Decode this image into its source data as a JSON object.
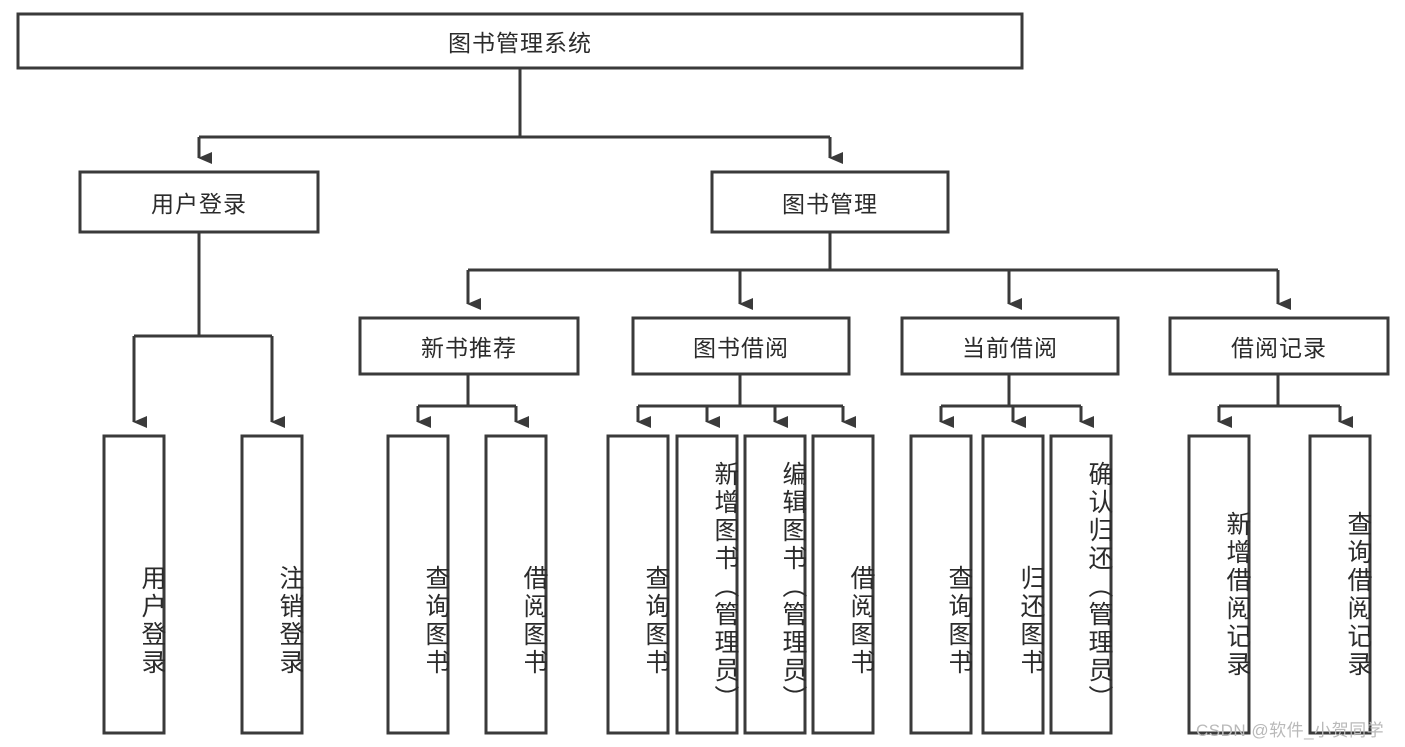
{
  "diagram": {
    "type": "hierarchy-tree",
    "title": "图书管理系统",
    "root": {
      "id": "root",
      "label": "图书管理系统",
      "orientation": "horizontal"
    },
    "level2": [
      {
        "id": "user-login",
        "label": "用户登录",
        "orientation": "horizontal"
      },
      {
        "id": "book-management",
        "label": "图书管理",
        "orientation": "horizontal"
      }
    ],
    "level3": [
      {
        "id": "new-book-recommend",
        "label": "新书推荐",
        "parent": "book-management",
        "orientation": "horizontal"
      },
      {
        "id": "book-borrow",
        "label": "图书借阅",
        "parent": "book-management",
        "orientation": "horizontal"
      },
      {
        "id": "current-borrow",
        "label": "当前借阅",
        "parent": "book-management",
        "orientation": "horizontal"
      },
      {
        "id": "borrow-record",
        "label": "借阅记录",
        "parent": "book-management",
        "orientation": "horizontal"
      }
    ],
    "leaves": [
      {
        "id": "leaf-user-login",
        "label": "用户登录",
        "parent": "user-login",
        "orientation": "vertical"
      },
      {
        "id": "leaf-logout",
        "label": "注销登录",
        "parent": "user-login",
        "orientation": "vertical"
      },
      {
        "id": "leaf-query-book-1",
        "label": "查询图书",
        "parent": "new-book-recommend",
        "orientation": "vertical"
      },
      {
        "id": "leaf-borrow-book-1",
        "label": "借阅图书",
        "parent": "new-book-recommend",
        "orientation": "vertical"
      },
      {
        "id": "leaf-query-book-2",
        "label": "查询图书",
        "parent": "book-borrow",
        "orientation": "vertical"
      },
      {
        "id": "leaf-add-book",
        "label": "新增图书（管理员）",
        "parent": "book-borrow",
        "orientation": "vertical"
      },
      {
        "id": "leaf-edit-book",
        "label": "编辑图书（管理员）",
        "parent": "book-borrow",
        "orientation": "vertical"
      },
      {
        "id": "leaf-borrow-book-2",
        "label": "借阅图书",
        "parent": "book-borrow",
        "orientation": "vertical"
      },
      {
        "id": "leaf-query-book-3",
        "label": "查询图书",
        "parent": "current-borrow",
        "orientation": "vertical"
      },
      {
        "id": "leaf-return-book",
        "label": "归还图书",
        "parent": "current-borrow",
        "orientation": "vertical"
      },
      {
        "id": "leaf-confirm-return",
        "label": "确认归还（管理员）",
        "parent": "current-borrow",
        "orientation": "vertical"
      },
      {
        "id": "leaf-add-record",
        "label": "新增借阅记录",
        "parent": "borrow-record",
        "orientation": "vertical"
      },
      {
        "id": "leaf-query-record",
        "label": "查询借阅记录",
        "parent": "borrow-record",
        "orientation": "vertical"
      }
    ],
    "colors": {
      "stroke": "#3a3a3a",
      "fill": "#ffffff",
      "text": "#2b2b2b",
      "watermark": "#b9b9b9"
    }
  },
  "watermark": {
    "text": "CSDN @软件_小贺同学"
  }
}
